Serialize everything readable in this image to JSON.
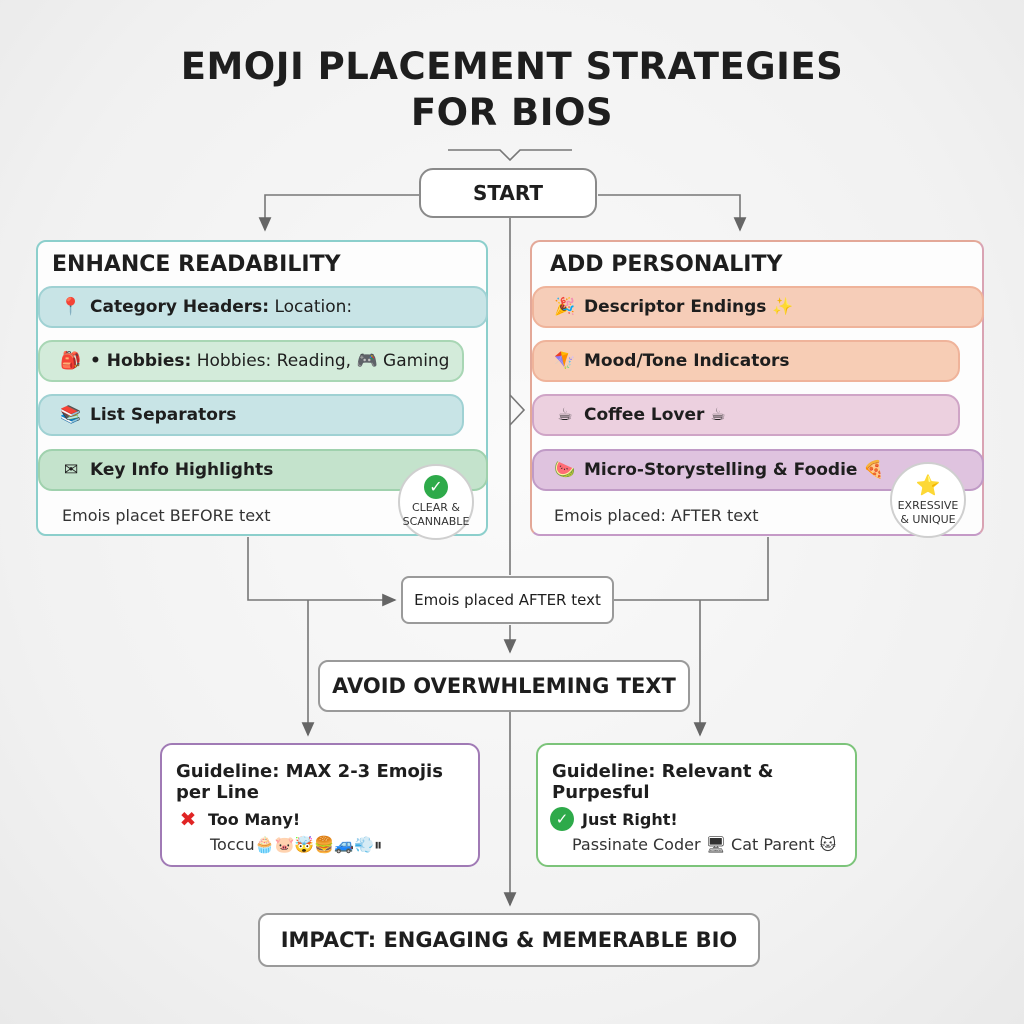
{
  "title": {
    "line1": "EMOJI PLACEMENT STRATEGIES",
    "line2": "FOR BIOS"
  },
  "start": {
    "label": "START"
  },
  "left_panel": {
    "title": "ENHANCE READABILITY",
    "items": [
      {
        "icon": "📍",
        "label": "Category Headers:",
        "detail": "Location:"
      },
      {
        "icon": "🎒",
        "label": "• Hobbies:",
        "detail": "Hobbies: Reading, 🎮 Gaming"
      },
      {
        "icon": "📚",
        "label": "List Separators",
        "detail": ""
      },
      {
        "icon": "✉",
        "label": "Key Info Highlights",
        "detail": ""
      }
    ],
    "note": "Emois placet BEFORE text",
    "badge": {
      "line1": "CLEAR &",
      "line2": "SCANNABLE",
      "color": "#2eaa4a"
    }
  },
  "right_panel": {
    "title": "ADD PERSONALITY",
    "items": [
      {
        "icon": "🎉",
        "label": "Descriptor Endings ✨"
      },
      {
        "icon": "🪁",
        "label": "Mood/Tone Indicators"
      },
      {
        "icon": "☕",
        "label": "Coffee Lover ☕"
      },
      {
        "icon": "🍉",
        "label": "Micro-Storystelling & Foodie 🍕"
      }
    ],
    "note": "Emois placed: AFTER text",
    "badge": {
      "line1": "EXRESSIVE",
      "line2": "& UNIQUE",
      "star": "⭐"
    }
  },
  "merge": {
    "label": "Emois placed AFTER text"
  },
  "avoid": {
    "label": "AVOID OVERWHLEMING TEXT"
  },
  "guide_left": {
    "title": "Guideline: MAX 2-3 Emojis per Line",
    "status": "Too Many!",
    "sample_text": "Toccu",
    "sample_emojis": "🧁🐷🤯🍔🚙💨⏸",
    "border": "#a07ab5"
  },
  "guide_right": {
    "title": "Guideline: Relevant & Purpesful",
    "status": "Just Right!",
    "sample": "Passinate Coder 🖥 Cat Parent 🐱",
    "border": "#7cc47a"
  },
  "impact": {
    "label": "IMPACT: ENGAGING & MEMERABLE BIO"
  },
  "colors": {
    "left_border": "#8ccfcc",
    "right_border": "#e3a898",
    "line": "#777777"
  }
}
